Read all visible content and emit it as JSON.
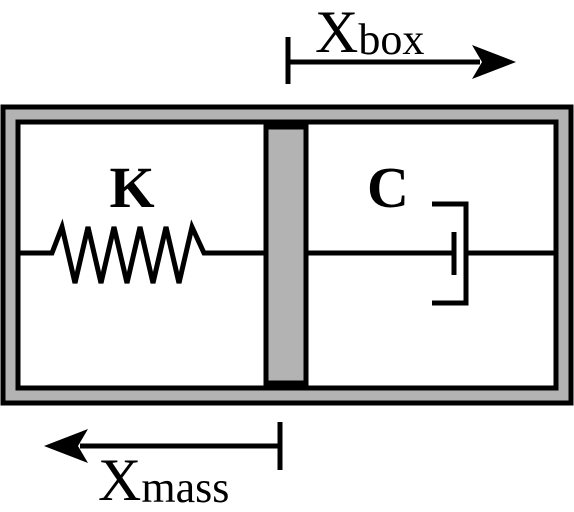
{
  "diagram": {
    "spring_label": "K",
    "damper_label": "C",
    "box_displacement": {
      "symbol": "X",
      "subscript": "box",
      "direction": "right"
    },
    "mass_displacement": {
      "symbol": "X",
      "subscript": "mass",
      "direction": "left"
    }
  },
  "colors": {
    "line": "#000000",
    "wall_fill": "#b3b3b3",
    "mass_fill": "#b3b3b3",
    "background": "#ffffff"
  }
}
